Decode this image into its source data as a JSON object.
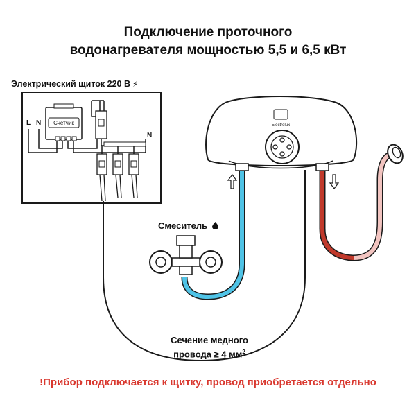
{
  "title": {
    "line1": "Подключение проточного",
    "line2": "водонагревателя мощностью 5,5 и 6,5 кВт"
  },
  "panel": {
    "label": "Электрический щиток 220 В",
    "bolt_icon": "⚡",
    "meter_label": "Счетчик",
    "terminal_L": "L",
    "terminal_N_left": "N",
    "terminal_N_right": "N"
  },
  "heater": {
    "brand": "Electrolux"
  },
  "mixer": {
    "label": "Смеситель",
    "drop_icon": "💧"
  },
  "wire": {
    "line1": "Сечение медного",
    "line2_prefix": "провода ≥ 4 мм",
    "line2_sup": "2"
  },
  "footer": {
    "warning": "!Прибор подключается к щитку, провод приобретается отдельно"
  },
  "colors": {
    "cold_pipe": "#4fc3e6",
    "hot_pipe": "#c0392b",
    "shower_hose": "#f2c4c0",
    "warning_text": "#d9382f",
    "outline": "#1a1a1a"
  }
}
